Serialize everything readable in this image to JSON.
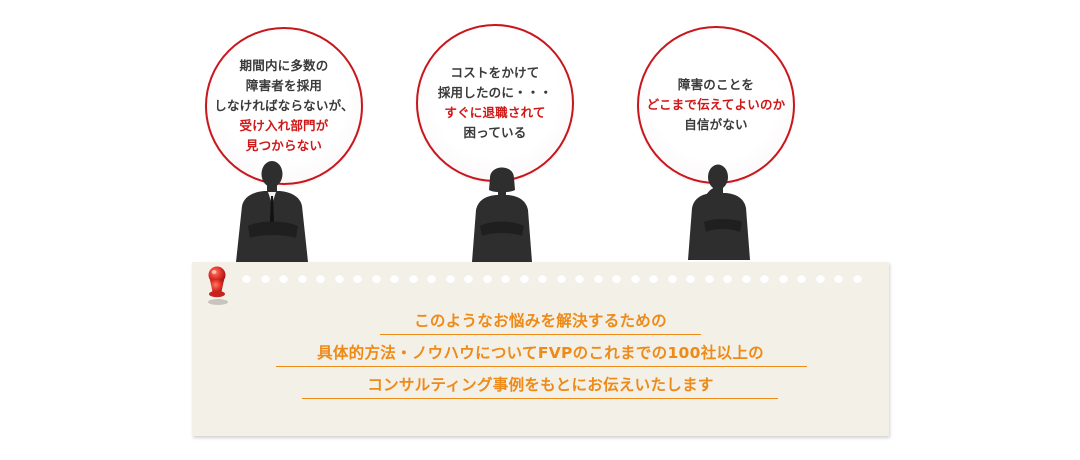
{
  "bubbles": [
    {
      "lines": [
        {
          "text": "期間内に多数の",
          "emphasis": false
        },
        {
          "text": "障害者を採用",
          "emphasis": false
        },
        {
          "text": "しなければならないが、",
          "emphasis": false
        },
        {
          "text": "受け入れ部門が",
          "emphasis": true
        },
        {
          "text": "見つからない",
          "emphasis": true
        }
      ]
    },
    {
      "lines": [
        {
          "text": "コストをかけて",
          "emphasis": false
        },
        {
          "text": "採用したのに・・・",
          "emphasis": false
        },
        {
          "text": "すぐに退職されて",
          "emphasis": true
        },
        {
          "text": "困っている",
          "emphasis": false
        }
      ]
    },
    {
      "lines": [
        {
          "text": "障害のことを",
          "emphasis": false
        },
        {
          "text": "どこまで伝えてよいのか",
          "emphasis": true
        },
        {
          "text": "自信がない",
          "emphasis": false
        }
      ]
    }
  ],
  "note": {
    "lines": [
      "このようなお悩みを解決するための",
      "具体的方法・ノウハウについてFVPのこれまでの100社以上の",
      "コンサルティング事例をもとにお伝えいたします"
    ]
  },
  "colors": {
    "bubble_border": "#c8161d",
    "emphasis_text": "#d01818",
    "body_text": "#3a3a3a",
    "note_text": "#ee8a17",
    "note_paper": "#f3f0e8",
    "pin": "#e0322a"
  }
}
